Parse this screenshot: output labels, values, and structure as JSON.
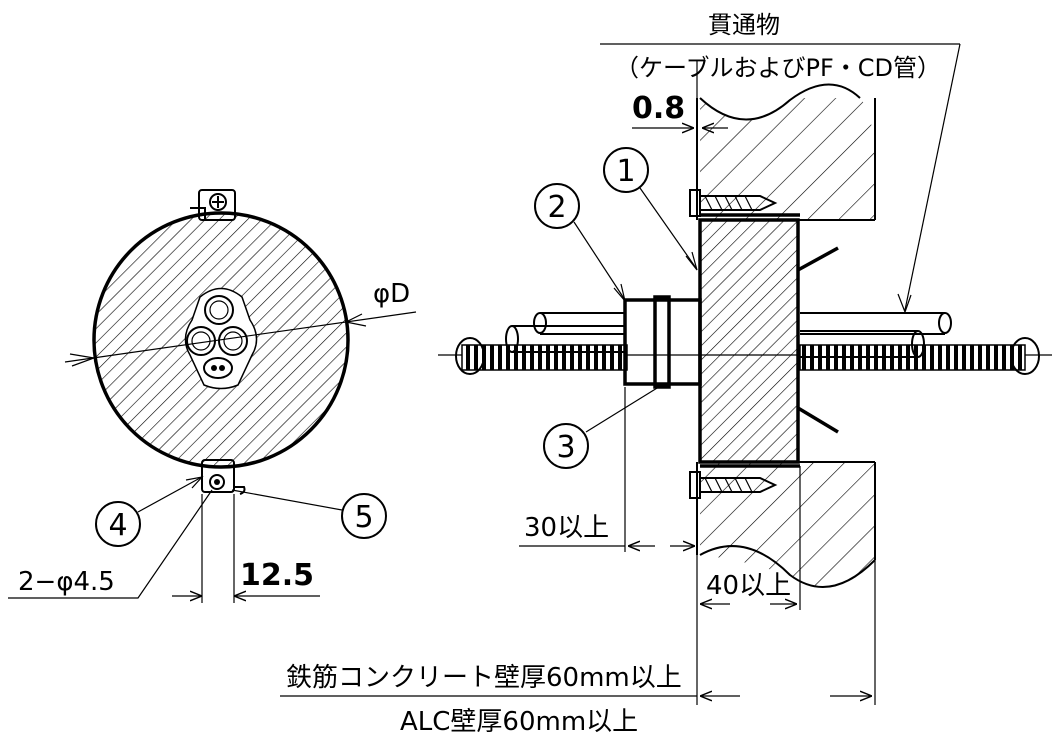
{
  "labels": {
    "penetrant_title": "貫通物",
    "penetrant_sub": "（ケーブルおよびPF・CD管）",
    "phi_d": "φD",
    "dim_08": "0.8",
    "dim_125": "12.5",
    "holes": "2−φ4.5",
    "dim_30": "30以上",
    "dim_40": "40以上",
    "rc_wall": "鉄筋コンクリート壁厚60mm以上",
    "alc_wall": "ALC壁厚60mm以上"
  },
  "callouts": [
    "1",
    "2",
    "3",
    "4",
    "5"
  ]
}
